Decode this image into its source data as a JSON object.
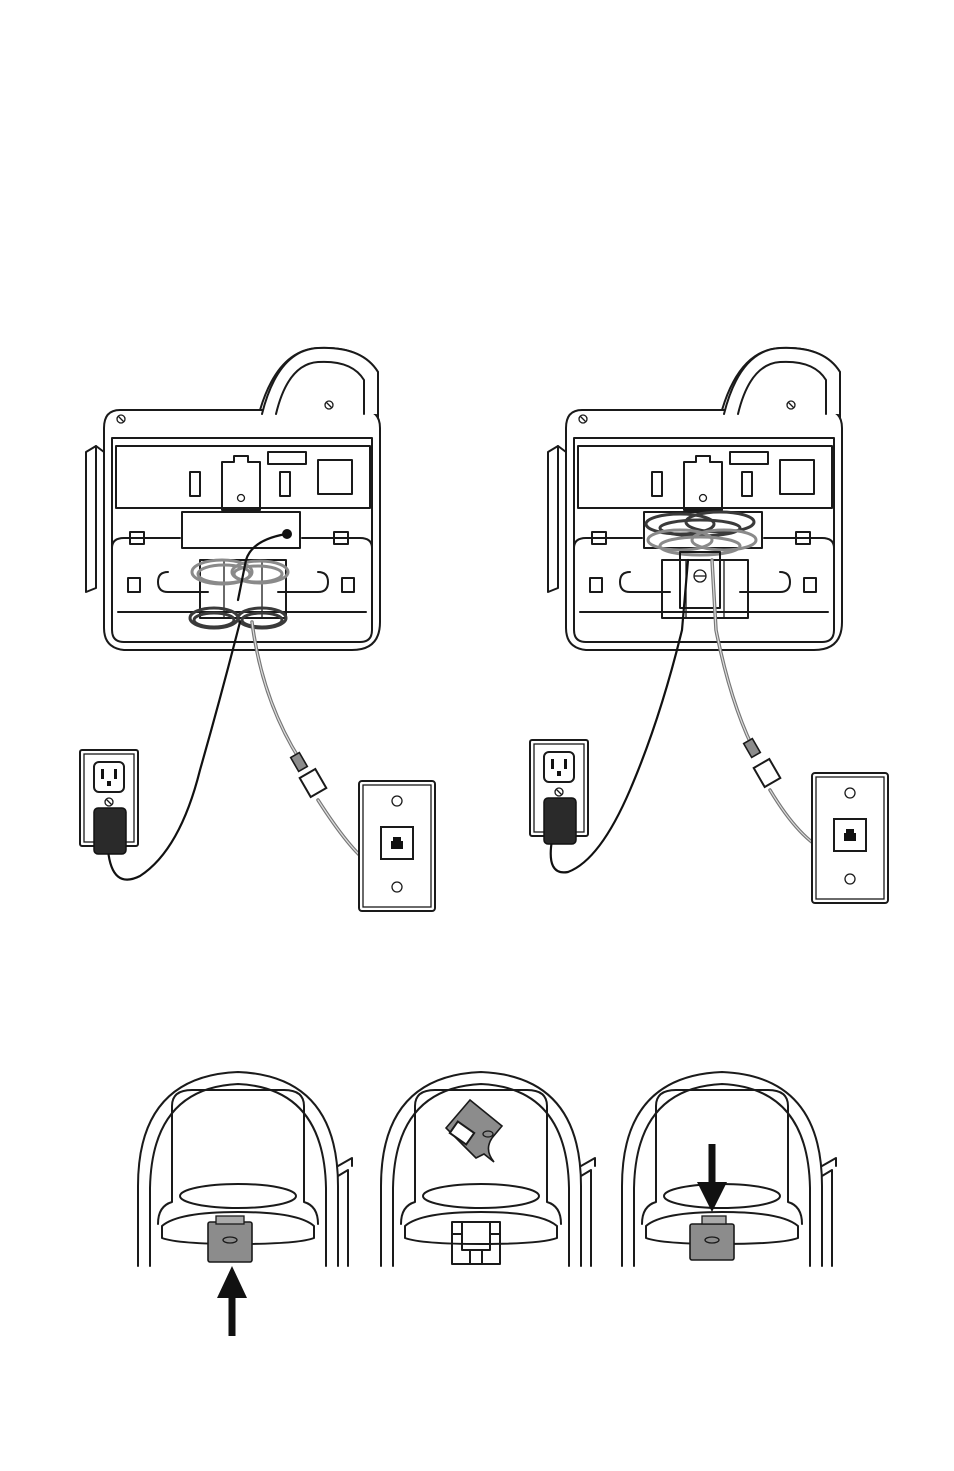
{
  "figures": [
    {
      "id": "desk-installation",
      "icon": "phone-base-icon"
    },
    {
      "id": "wall-installation",
      "icon": "phone-base-icon"
    },
    {
      "id": "bracket-remove",
      "icon": "hook-tab-icon"
    },
    {
      "id": "bracket-rotate",
      "icon": "hook-tab-icon"
    },
    {
      "id": "bracket-insert",
      "icon": "hook-tab-icon"
    }
  ],
  "colors": {
    "line": "#1a1a1a",
    "cord_gray": "#8a8a8a",
    "cord_dark": "#3a3a3a",
    "tab_gray": "#8c8c8c",
    "adapter": "#2a2a2a"
  }
}
